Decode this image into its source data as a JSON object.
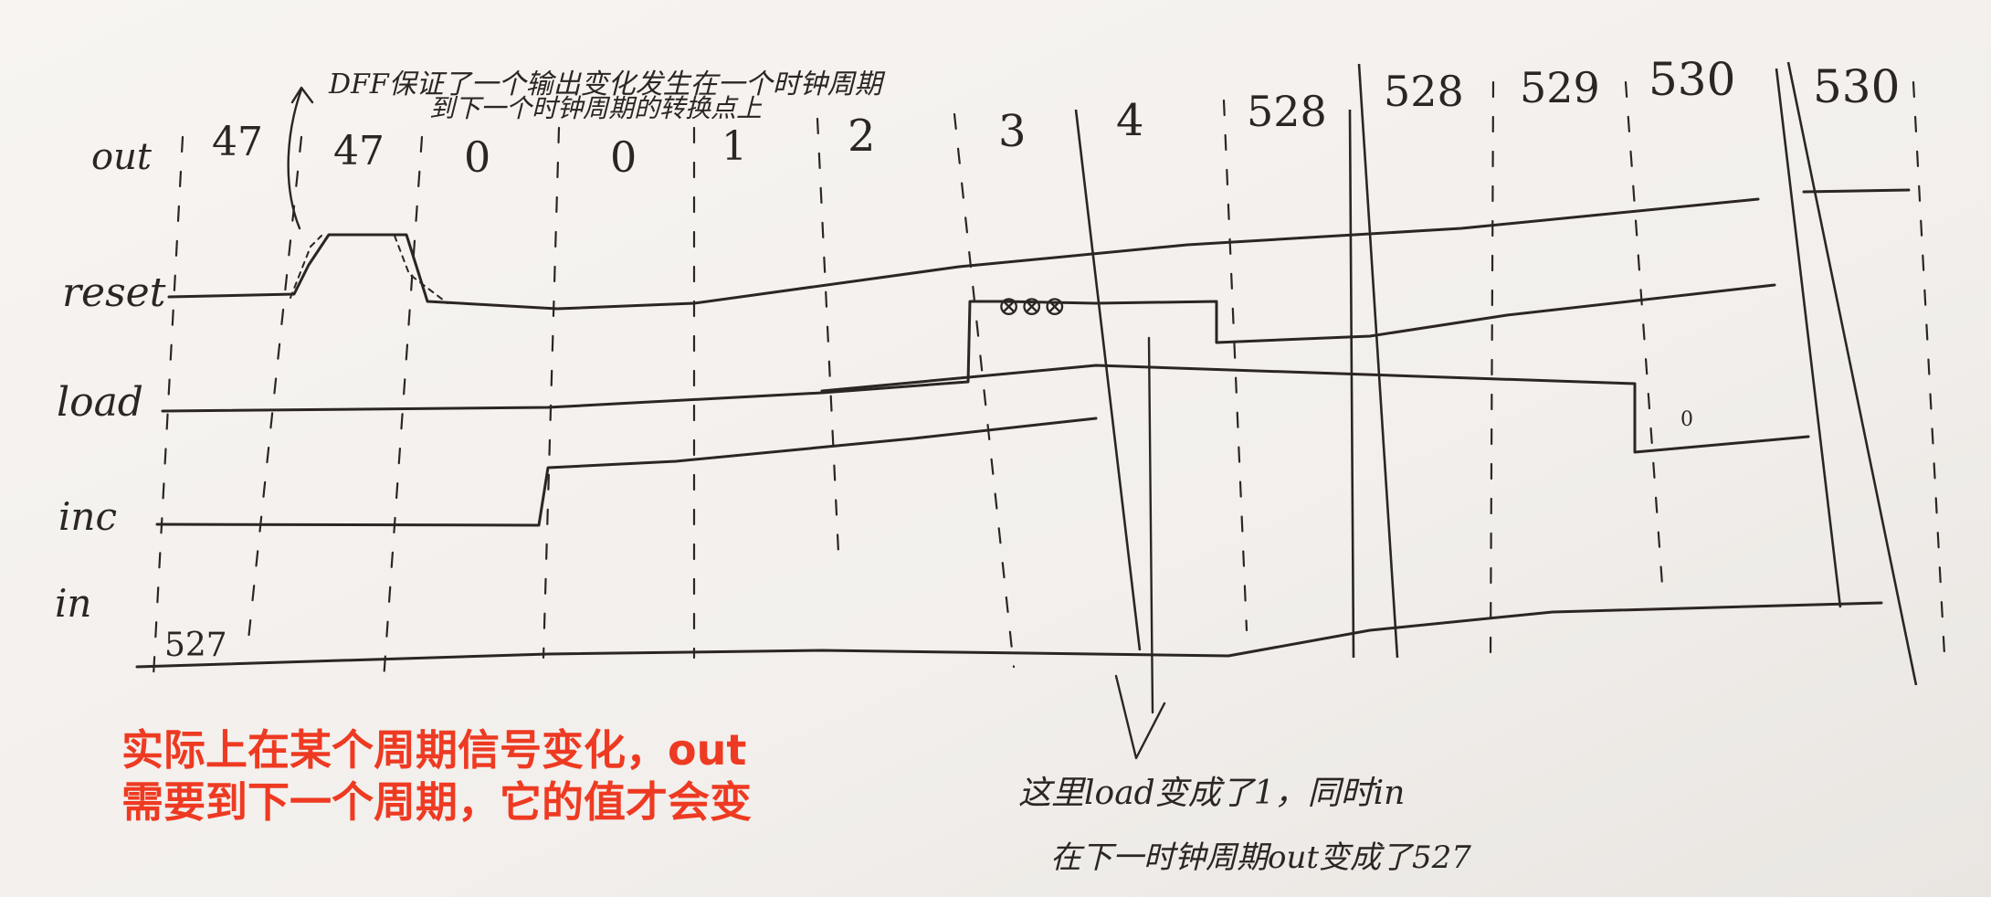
{
  "signals": {
    "out": "out",
    "reset": "reset",
    "load": "load",
    "inc": "inc",
    "in": "in"
  },
  "out_values": [
    "47",
    "47",
    "0",
    "0",
    "1",
    "2",
    "3",
    "4",
    "528",
    "528",
    "529",
    "530",
    "530"
  ],
  "in_value": "527",
  "marker_zero": "0",
  "note_top": {
    "line1": "DFF保证了一个输出变化发生在一个时钟周期",
    "line2": "到下一个时钟周期的转换点上"
  },
  "note_bottom": {
    "line1": "这里load变成了1，同时in",
    "line2": "在下一时钟周期out变成了527"
  },
  "caption": {
    "line1": "实际上在某个周期信号变化，out",
    "line2": "需要到下一个周期，它的值才会变"
  },
  "colors": {
    "paper": "#f4f1ee",
    "ink": "#2b2623",
    "caption": "#ee3a22",
    "background": "#2c2c2e"
  }
}
